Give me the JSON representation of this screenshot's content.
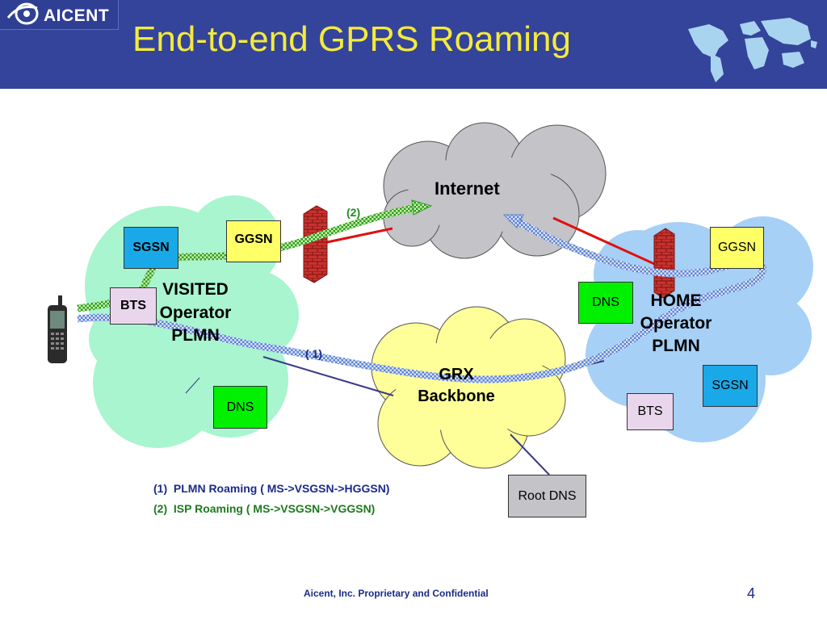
{
  "header": {
    "logo_text": "AICENT",
    "title": "End-to-end GPRS Roaming"
  },
  "diagram": {
    "internet_label": "Internet",
    "grx_label_line1": "GRX",
    "grx_label_line2": "Backbone",
    "visited_line1": "VISITED",
    "visited_line2": "Operator",
    "visited_line3": "PLMN",
    "home_line1": "HOME",
    "home_line2": "Operator",
    "home_line3": "PLMN",
    "visited_sgsn": "SGSN",
    "visited_ggsn": "GGSN",
    "visited_bts": "BTS",
    "visited_dns": "DNS",
    "home_ggsn": "GGSN",
    "home_dns": "DNS",
    "home_sgsn": "SGSN",
    "home_bts": "BTS",
    "root_dns": "Root DNS",
    "path2_marker": "(2)",
    "path1_marker": "( 1)"
  },
  "legend": {
    "item1": "(1)  PLMN Roaming ( MS->VSGSN->HGGSN)",
    "item2": "(2)  ISP Roaming ( MS->VSGSN->VGGSN)"
  },
  "footer": {
    "text": "Aicent, Inc. Proprietary and Confidential",
    "page": "4"
  },
  "colors": {
    "header": "#34449a",
    "title": "#f4ea3d",
    "visited_cloud": "#a8f5cf",
    "home_cloud": "#a6d0f6",
    "internet_cloud": "#c3c3c8",
    "grx_cloud": "#ffff99",
    "path_isp": "#2e9a26",
    "path_plmn": "#6f8fd8"
  }
}
